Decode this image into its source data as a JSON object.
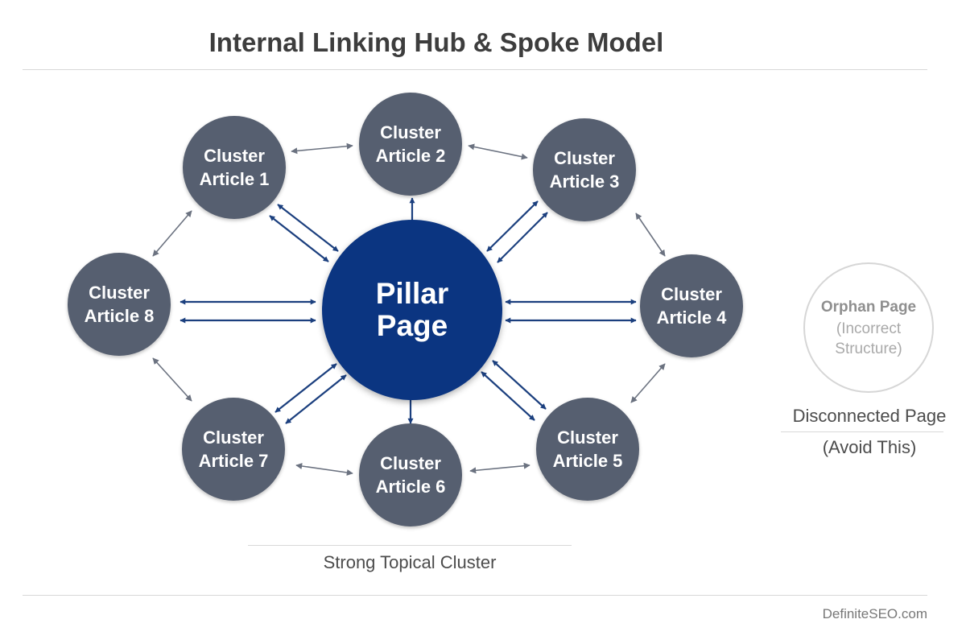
{
  "title": "Internal Linking Hub & Spoke Model",
  "pillar": {
    "line1": "Pillar",
    "line2": "Page"
  },
  "clusters": [
    {
      "line1": "Cluster",
      "line2": "Article 1"
    },
    {
      "line1": "Cluster",
      "line2": "Article 2"
    },
    {
      "line1": "Cluster",
      "line2": "Article 3"
    },
    {
      "line1": "Cluster",
      "line2": "Article 4"
    },
    {
      "line1": "Cluster",
      "line2": "Article 5"
    },
    {
      "line1": "Cluster",
      "line2": "Article 6"
    },
    {
      "line1": "Cluster",
      "line2": "Article 7"
    },
    {
      "line1": "Cluster",
      "line2": "Article 8"
    }
  ],
  "orphan": {
    "title": "Orphan Page",
    "subtitle_line1": "(Incorrect",
    "subtitle_line2": "Structure)",
    "caption_line1": "Disconnected Page",
    "caption_line2": "(Avoid This)"
  },
  "cluster_caption": "Strong Topical Cluster",
  "footer": "DefiniteSEO.com",
  "colors": {
    "pillar": "#0b3581",
    "cluster": "#565f70",
    "hub_arrows": "#1b3f7e",
    "ring_arrows": "#6b7280",
    "orphan_border": "#d6d6d6"
  }
}
